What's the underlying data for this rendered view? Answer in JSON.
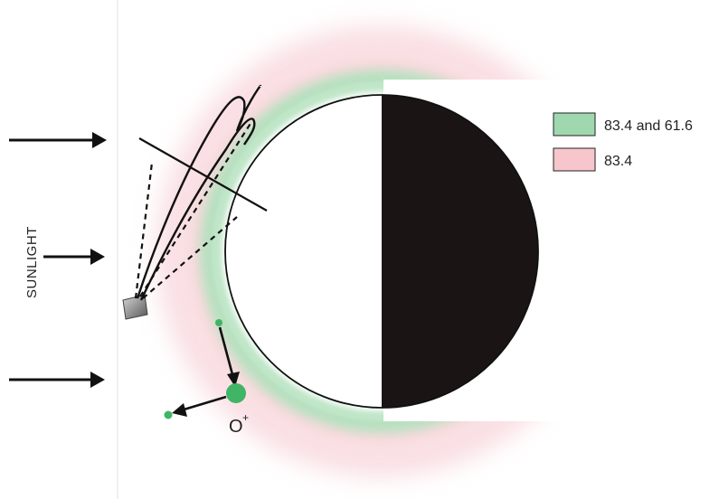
{
  "side_label": "SUNLIGHT",
  "ion": {
    "symbol": "O",
    "charge": "+"
  },
  "legend": [
    {
      "label": "83.4 and 61.6",
      "color": "#9fd8ae"
    },
    {
      "label": "83.4",
      "color": "#f6c6cc"
    }
  ],
  "colors": {
    "planet_dark": "#1a1415",
    "planet_light": "#ffffff",
    "green_ring": "#9fd8ae",
    "pink_ring": "#f6c6cc",
    "ion_green": "#3fb565",
    "spacecraft": "#8a8a8a"
  }
}
